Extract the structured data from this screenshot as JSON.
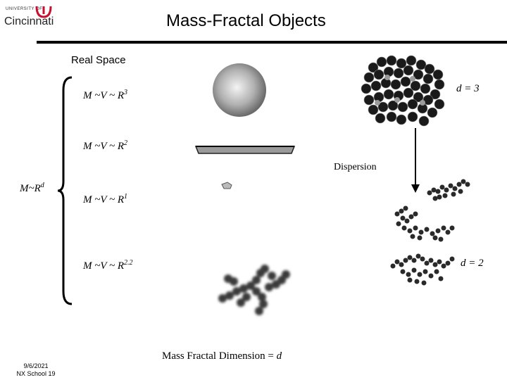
{
  "logo": {
    "top_text": "UNIVERSITY OF",
    "name": "Cincinnati"
  },
  "title": "Mass-Fractal Objects",
  "section_label": "Real Space",
  "left_relation": {
    "base": "M~R",
    "exp": "d"
  },
  "formulas": [
    {
      "base": "M ~V ~ R",
      "exp": "3"
    },
    {
      "base": "M ~V ~ R",
      "exp": "2"
    },
    {
      "base": "M ~V ~ R",
      "exp": "1"
    },
    {
      "base": "M ~V ~ R",
      "exp": "2.2"
    }
  ],
  "dim_top": "d = 3",
  "dim_bottom": "d = 2",
  "dispersion_label": "Dispersion",
  "bottom_caption": {
    "text": "Mass Fractal Dimension = ",
    "var": "d"
  },
  "footer": {
    "date": "9/6/2021",
    "event": "NX School 19"
  },
  "colors": {
    "logo_red": "#c8102e"
  }
}
